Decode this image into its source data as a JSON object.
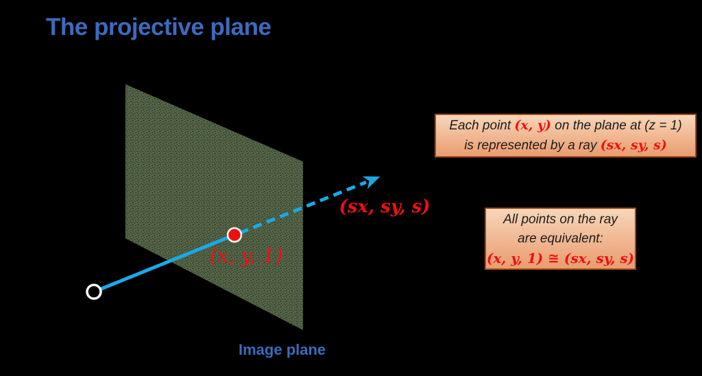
{
  "slide": {
    "title": "The projective plane"
  },
  "diagram": {
    "plane_label": "Image plane",
    "image_point_label": "(x, y, 1)",
    "ray_label": "(sx, sy, s)",
    "origin_marker": "open-white-circle",
    "image_point_marker": "red-dot",
    "plane_texture": "dark-green-weave"
  },
  "callouts": {
    "each_point": {
      "line1_pre": "Each point ",
      "line1_math": "(x, y)",
      "line1_post": " on the plane at (z = 1)",
      "line2_pre": "is represented by a ray ",
      "line2_math": "(sx, sy, s)"
    },
    "equivalence": {
      "line1": "All points on the ray",
      "line2": "are equivalent:",
      "line3_math": "(x, y, 1) ≅ (sx, sy, s)"
    }
  },
  "colors": {
    "background": "#000000",
    "title_blue": "#3e6abc",
    "ray_cyan": "#1ba9e6",
    "accent_red": "#ee1010",
    "plane_green_base": "#57684a",
    "plane_green_dark": "#333f2a",
    "plane_green_mid": "#465539",
    "box_border": "#9c4a1d",
    "box_fill_top": "#f7d6ba",
    "box_fill_bottom": "#ea9c6e",
    "box_text": "#1c1c1c",
    "marker_ring_white": "#ffffff"
  }
}
